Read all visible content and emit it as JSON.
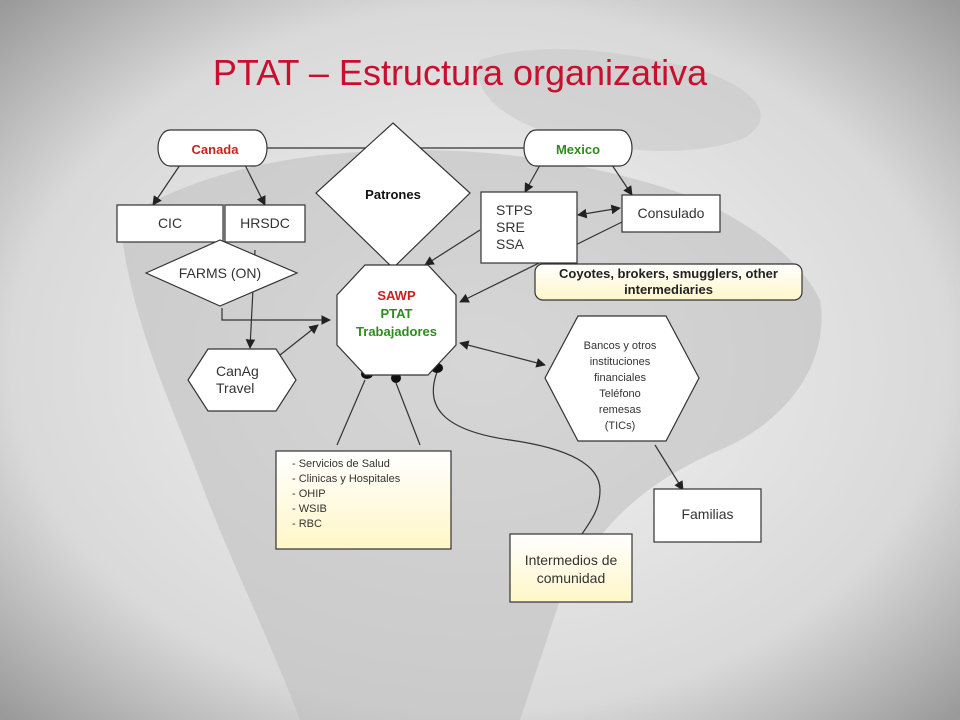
{
  "title": "PTAT – Estructura organizativa",
  "colors": {
    "title": "#c8102e",
    "canada": "#cc1f1f",
    "mexico": "#2e8b1e",
    "ptat": "#2e8b1e",
    "box_fill": "#ffffff",
    "note_fill": "#fffbe6"
  },
  "nodes": {
    "canada": "Canada",
    "mexico": "Mexico",
    "patrones": "Patrones",
    "cic": "CIC",
    "hrsdc": "HRSDC",
    "mex_agencies": [
      "STPS",
      "SRE",
      "SSA"
    ],
    "consulado": "Consulado",
    "farms": "FARMS (ON)",
    "intermediaries": [
      "Coyotes, brokers, smugglers, other",
      "intermediaries"
    ],
    "center": {
      "sawp": "SAWP",
      "ptat": "PTAT",
      "workers": "Trabajadores"
    },
    "canag": [
      "CanAg",
      "Travel"
    ],
    "banks": [
      "Bancos y otros",
      "instituciones",
      "financiales",
      "Teléfono",
      "remesas",
      "(TICs)"
    ],
    "services": [
      "- Servicios de Salud",
      "- Clinicas y Hospitales",
      "- OHIP",
      "- WSIB",
      "- RBC"
    ],
    "familias": "Familias",
    "community": [
      "Intermedios de",
      "comunidad"
    ]
  }
}
